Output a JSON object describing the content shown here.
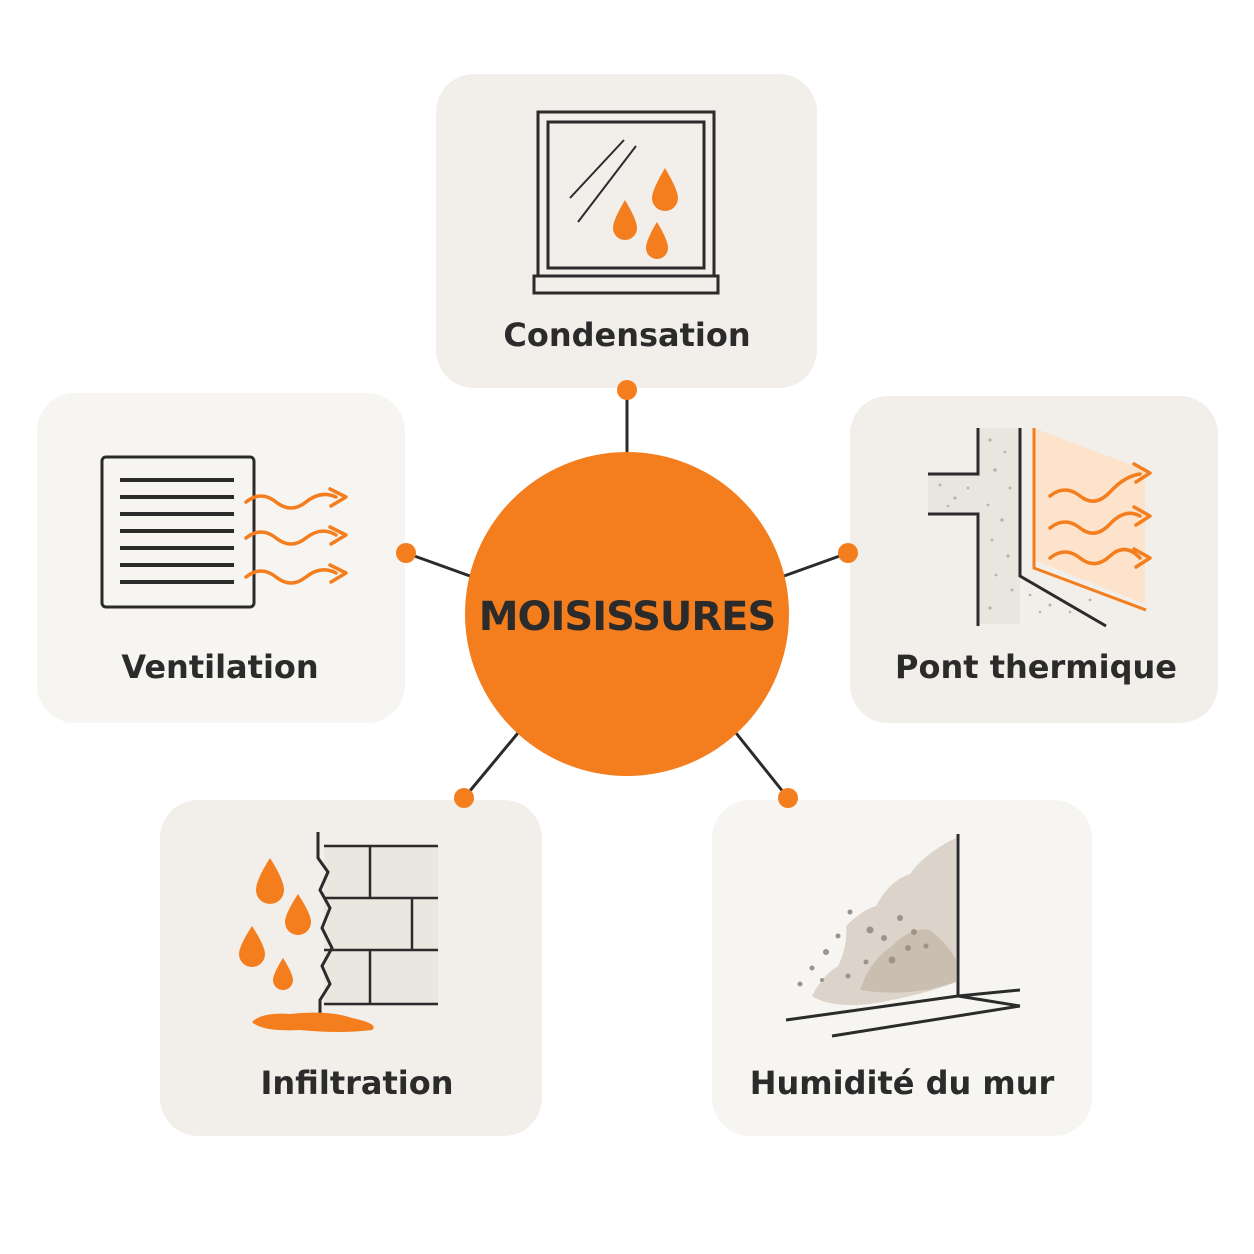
{
  "center": {
    "label": "MOISISSURES"
  },
  "cards": {
    "condensation": {
      "label": "Condensation",
      "icon": "window-condensation-icon"
    },
    "ventilation": {
      "label": "Ventilation",
      "icon": "vent-airflow-icon"
    },
    "pont_thermique": {
      "label": "Pont thermique",
      "icon": "thermal-bridge-icon"
    },
    "infiltration": {
      "label": "Infiltration",
      "icon": "cracked-wall-leak-icon"
    },
    "humidite": {
      "label": "Humidité du mur",
      "icon": "damp-wall-corner-icon"
    }
  },
  "colors": {
    "accent": "#F47E1E",
    "card_bg": "#F2EFEB",
    "card_bg_light": "#F7F5F2",
    "line": "#2B2B2B",
    "text": "#2B2B2B"
  }
}
